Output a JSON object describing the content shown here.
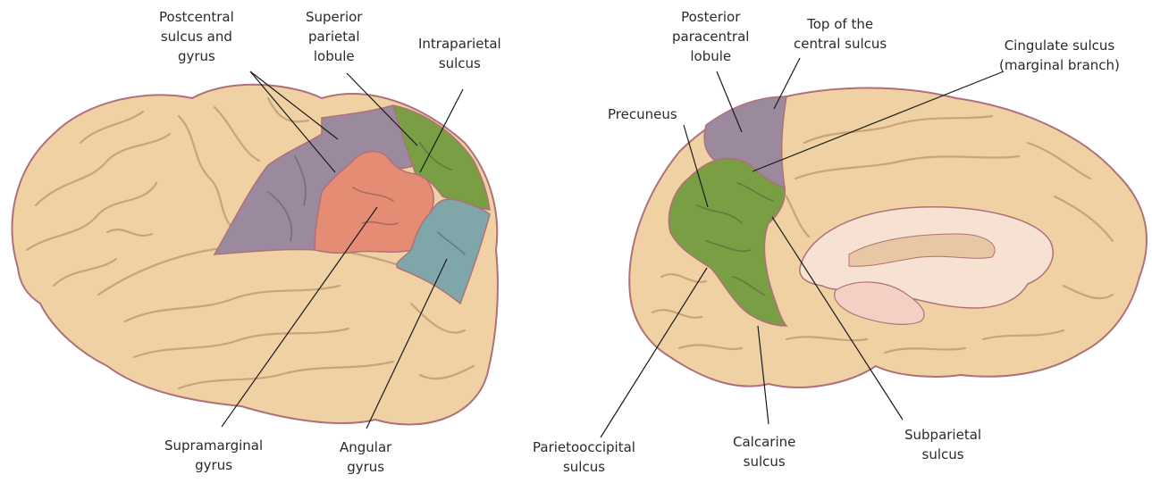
{
  "colors": {
    "brain_fill": "#efd1a3",
    "brain_outline": "#b0707a",
    "gyrus_line": "#c9a47a",
    "postcentral": "#9b8a9e",
    "supramarginal": "#e48c74",
    "superior_parietal": "#7a9e44",
    "angular": "#7fa7aa",
    "precuneus": "#7a9e44",
    "paracentral": "#9b8a9e",
    "corpus_callosum": "#f6e1d2",
    "leader_line": "#1a1a1a"
  },
  "left_brain": {
    "labels": {
      "postcentral": [
        "Postcentral",
        "sulcus and",
        "gyrus"
      ],
      "superior_parietal": [
        "Superior",
        "parietal",
        "lobule"
      ],
      "intraparietal": [
        "Intraparietal",
        "sulcus"
      ],
      "supramarginal": [
        "Supramarginal",
        "gyrus"
      ],
      "angular": [
        "Angular",
        "gyrus"
      ]
    }
  },
  "right_brain": {
    "labels": {
      "posterior_paracentral": [
        "Posterior",
        "paracentral",
        "lobule"
      ],
      "top_central": [
        "Top of the",
        "central sulcus"
      ],
      "cingulate": [
        "Cingulate sulcus",
        "(marginal branch)"
      ],
      "precuneus": [
        "Precuneus"
      ],
      "parietooccipital": [
        "Parietooccipital",
        "sulcus"
      ],
      "calcarine": [
        "Calcarine",
        "sulcus"
      ],
      "subparietal": [
        "Subparietal",
        "sulcus"
      ]
    }
  }
}
